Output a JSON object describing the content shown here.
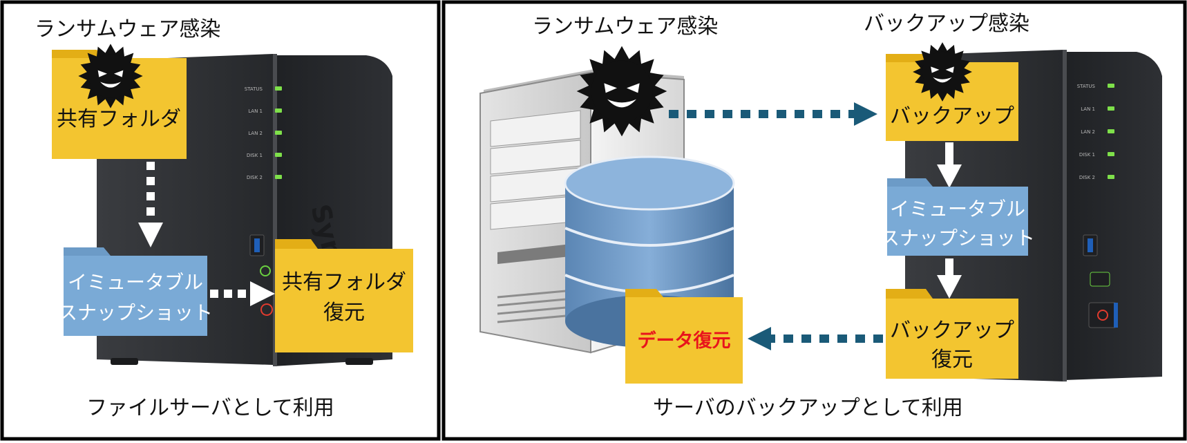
{
  "left_panel": {
    "top_label": "ランサムウェア感染",
    "shared_folder": "共有フォルダ",
    "snapshot_line1": "イミュータブル",
    "snapshot_line2": "スナップショット",
    "restore_line1": "共有フォルダ",
    "restore_line2": "復元",
    "caption": "ファイルサーバとして利用",
    "brand": "Synology",
    "led_labels": [
      "STATUS",
      "LAN 1",
      "LAN 2",
      "DISK 1",
      "DISK 2"
    ]
  },
  "right_panel": {
    "server_label": "ランサムウェア感染",
    "backup_label": "バックアップ感染",
    "backup_folder": "バックアップ",
    "snapshot_line1": "イミュータブル",
    "snapshot_line2": "スナップショット",
    "restore_line1": "バックアップ",
    "restore_line2": "復元",
    "data_restore": "データ復元",
    "caption": "サーバのバックアップとして利用",
    "led_labels": [
      "STATUS",
      "LAN 1",
      "LAN 2",
      "DISK 1",
      "DISK 2"
    ]
  },
  "colors": {
    "folder_yellow": "#f3c530",
    "folder_tab": "#e3ae16",
    "snapshot_blue": "#7aaad6",
    "arrow_teal": "#1a5a78",
    "data_restore_red": "#e8141c",
    "nas_body": "#2b2d30",
    "led_green": "#7ee04a"
  }
}
